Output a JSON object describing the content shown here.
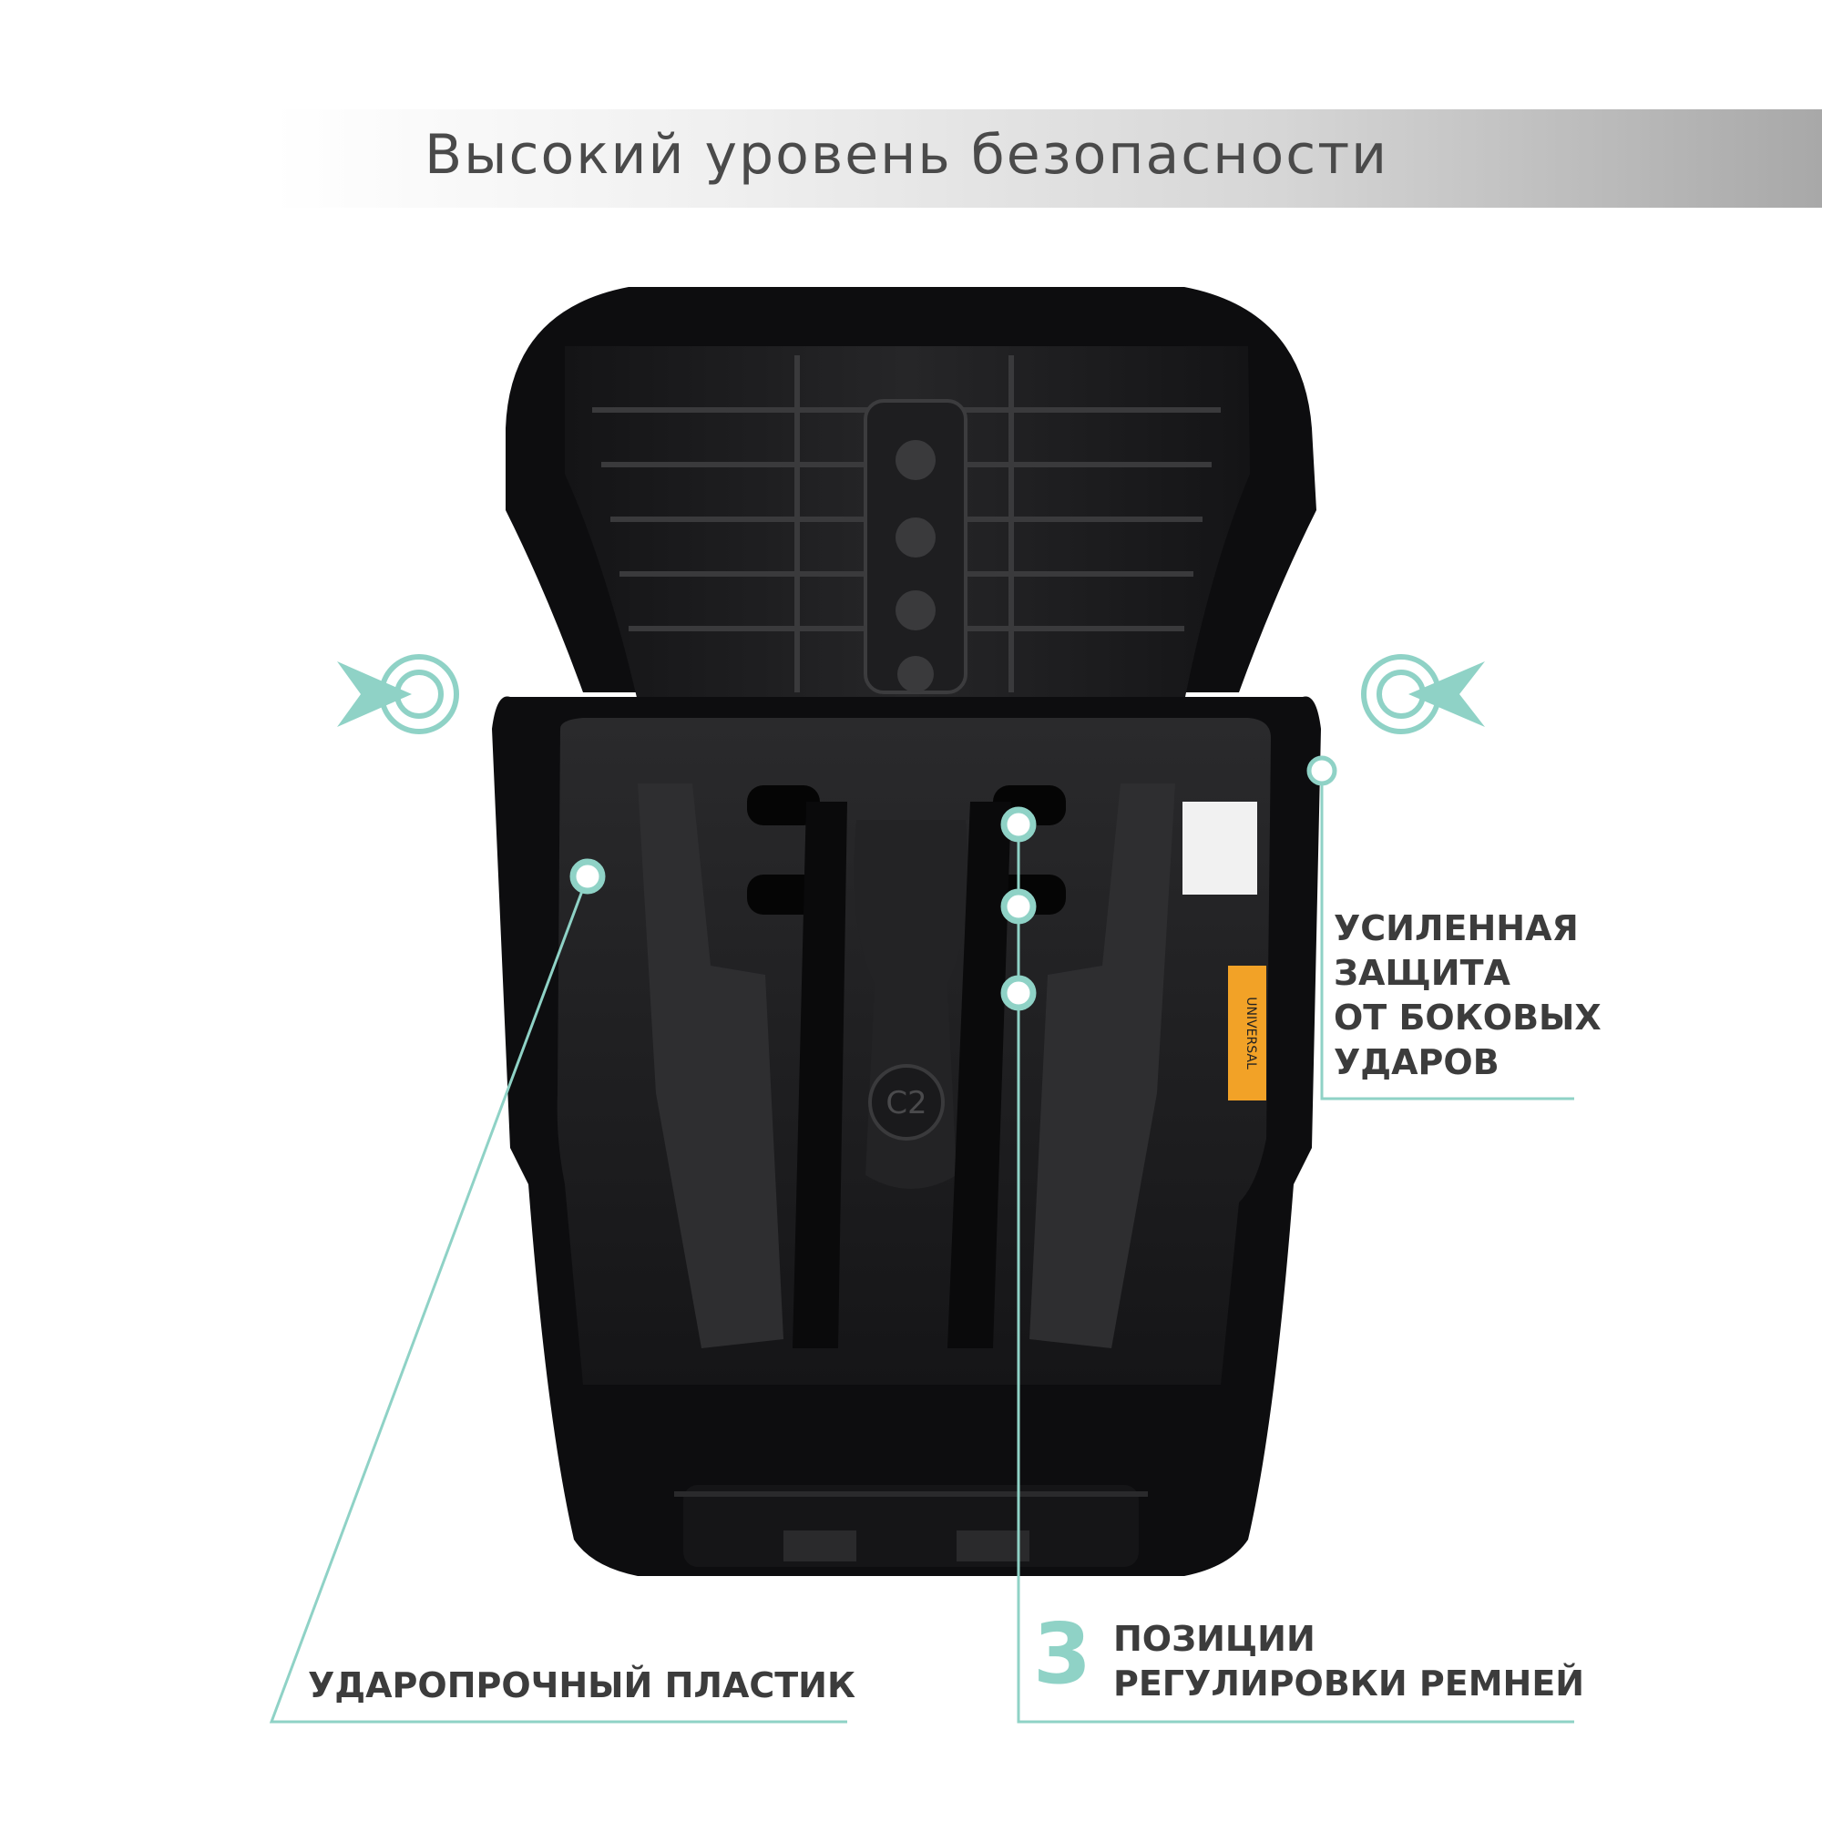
{
  "header": {
    "title": "Высокий уровень безопасности"
  },
  "callouts": {
    "side_impact": {
      "line1": "УСИЛЕННАЯ",
      "line2": "ЗАЩИТА",
      "line3": "ОТ БОКОВЫХ",
      "line4": "УДАРОВ"
    },
    "plastic": "УДАРОПРОЧНЫЙ ПЛАСТИК",
    "straps": {
      "number": "3",
      "line1": "ПОЗИЦИИ",
      "line2": "РЕГУЛИРОВКИ РЕМНЕЙ"
    }
  },
  "product_marks": {
    "shell_mark": "C2",
    "sticker": "UNIVERSAL"
  },
  "icons": {
    "left": "impact-arrow-right-icon",
    "right": "impact-arrow-left-icon"
  },
  "colors": {
    "accent": "#8fd2c6",
    "text": "#3c3c3c",
    "seat": "#0d0d0f",
    "shell": "#1c1c1e",
    "sticker": "#f2a227"
  }
}
